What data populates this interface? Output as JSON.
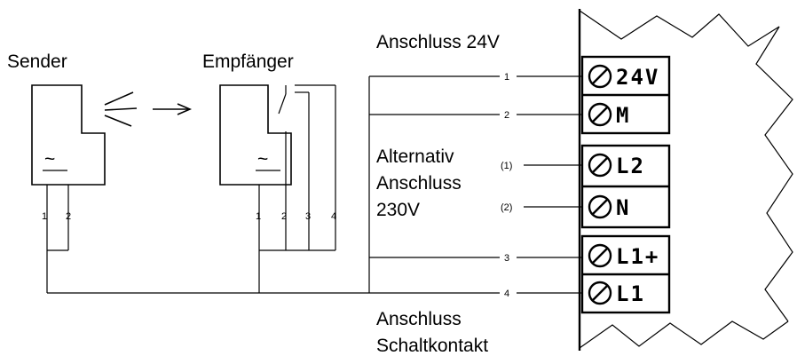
{
  "devices": {
    "sender": {
      "title": "Sender",
      "symbol": "~",
      "pins": [
        "1",
        "2"
      ]
    },
    "receiver": {
      "title": "Empfänger",
      "symbol": "~",
      "pins": [
        "1",
        "2",
        "3",
        "4"
      ]
    }
  },
  "labels": {
    "supply_24v": "Anschluss 24V",
    "alternative_line1": "Alternativ",
    "alternative_line2": "Anschluss",
    "alternative_line3": "230V",
    "switch_line1": "Anschluss",
    "switch_line2": "Schaltkontakt"
  },
  "wires": [
    {
      "id": "1",
      "label": "1"
    },
    {
      "id": "2",
      "label": "2"
    },
    {
      "id": "alt1",
      "label": "(1)"
    },
    {
      "id": "alt2",
      "label": "(2)"
    },
    {
      "id": "3",
      "label": "3"
    },
    {
      "id": "4",
      "label": "4"
    }
  ],
  "terminals": [
    {
      "label": "24V"
    },
    {
      "label": "M"
    },
    {
      "label": "L2"
    },
    {
      "label": "N"
    },
    {
      "label": "L1+"
    },
    {
      "label": "L1"
    }
  ]
}
